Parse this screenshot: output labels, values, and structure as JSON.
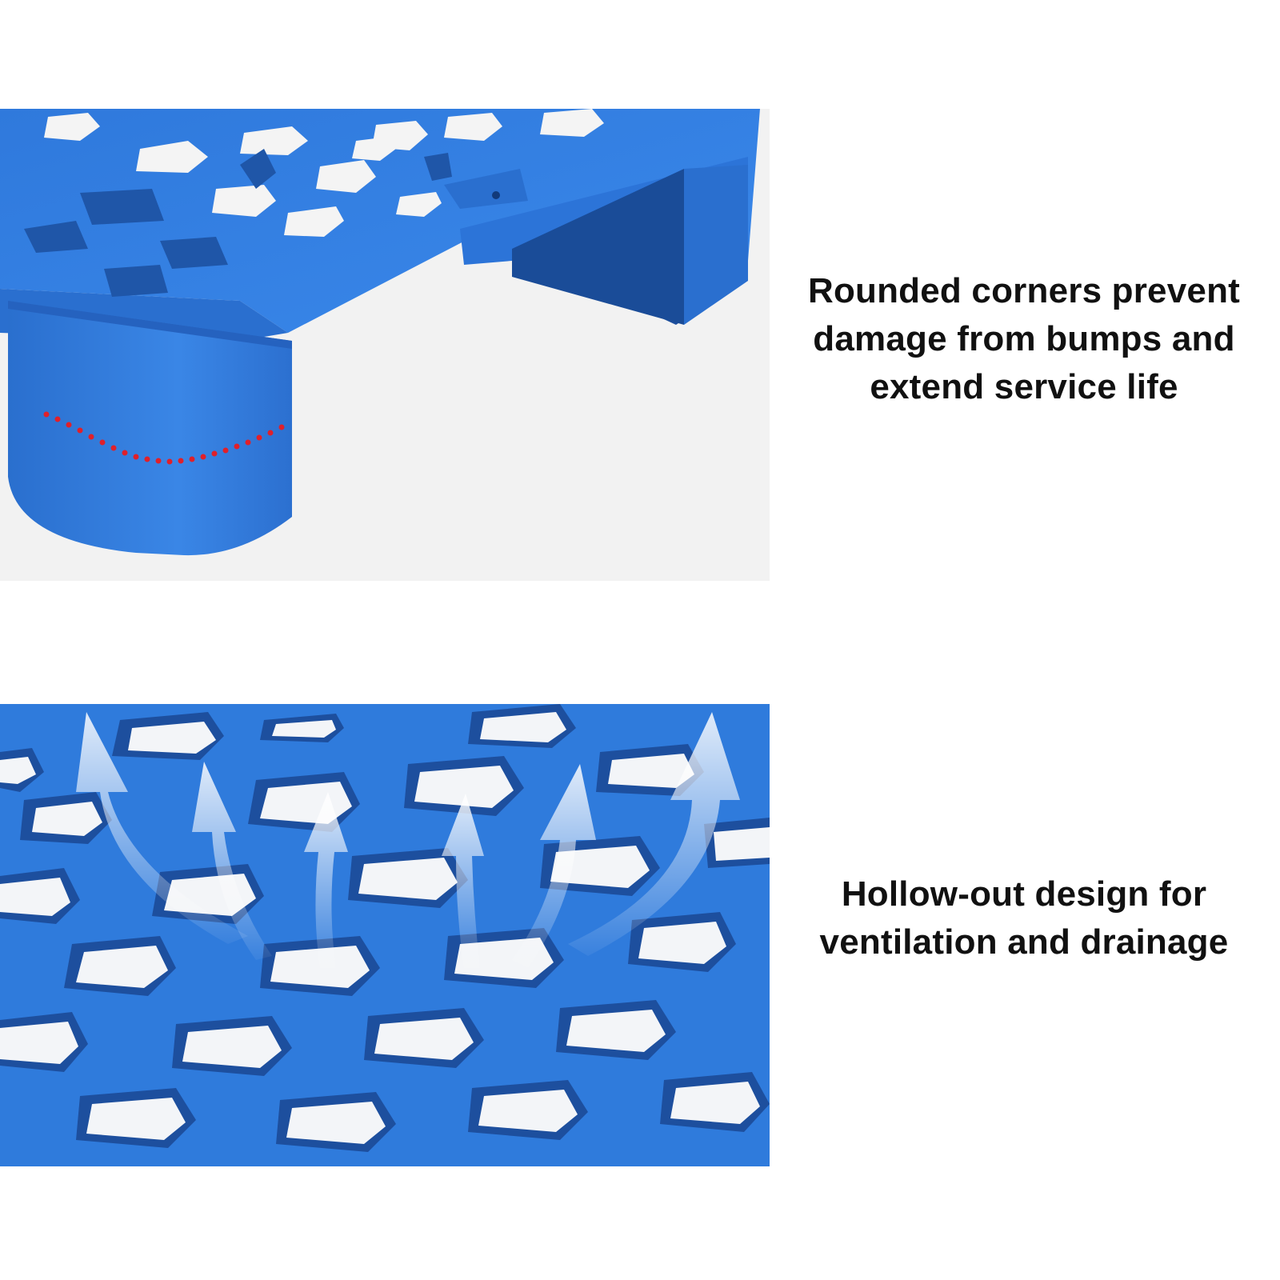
{
  "features": [
    {
      "id": "rounded-corners",
      "caption_lines": [
        "Rounded corners prevent",
        "damage from bumps and",
        "extend service life"
      ]
    },
    {
      "id": "hollow-out",
      "caption_lines": [
        "Hollow-out design for",
        "ventilation and drainage"
      ]
    }
  ],
  "colors": {
    "pallet_blue": "#2f7bdc",
    "pallet_shadow": "#1f56a8",
    "background_grey": "#f2f2f2",
    "dotted_line_red": "#e0202a",
    "arrow_white": "#ffffff",
    "caption_text": "#111111"
  },
  "icons": {
    "arrows": "airflow-arrows-icon"
  }
}
